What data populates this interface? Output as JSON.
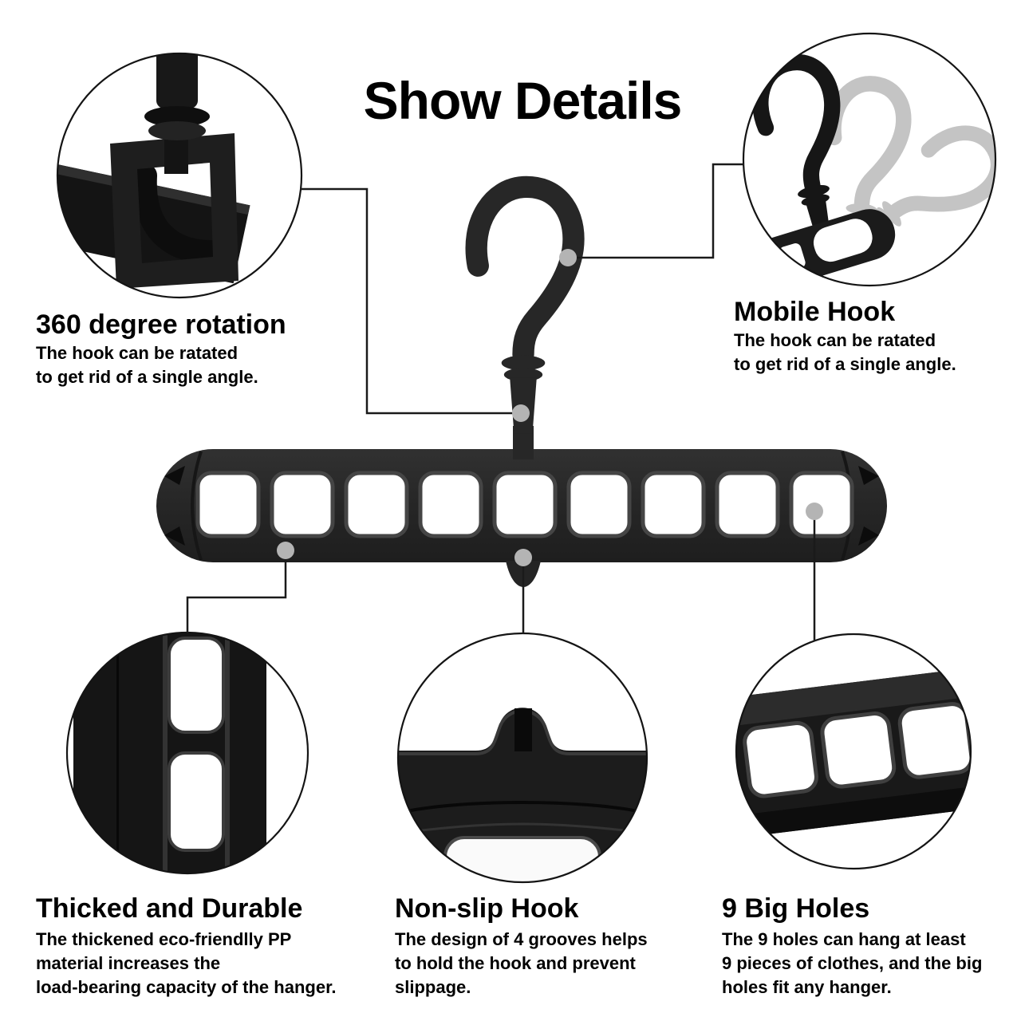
{
  "title": "Show Details",
  "colors": {
    "background": "#ffffff",
    "text": "#000000",
    "hanger_black": "#262626",
    "ghost_gray": "#c4c4c4",
    "connector_line": "#1a1a1a",
    "anchor_dot": "#b4b4b4"
  },
  "callouts": {
    "rotation": {
      "heading": "360 degree rotation",
      "body": [
        "The hook can be ratated",
        "to get rid of a single angle."
      ]
    },
    "mobile_hook": {
      "heading": "Mobile Hook",
      "body": [
        "The hook can be ratated",
        "to get rid of a single angle."
      ]
    },
    "thick_durable": {
      "heading": "Thicked and Durable",
      "body": [
        "The thickened eco-friendlly PP",
        "material increases the",
        "load-bearing capacity of the hanger."
      ]
    },
    "non_slip": {
      "heading": "Non-slip Hook",
      "body": [
        "The design of 4 grooves helps",
        "to hold the hook and prevent",
        "slippage."
      ]
    },
    "big_holes": {
      "heading": "9 Big Holes",
      "body": [
        "The 9 holes can hang at least",
        "9 pieces of clothes, and the big",
        "holes fit any hanger."
      ]
    }
  }
}
